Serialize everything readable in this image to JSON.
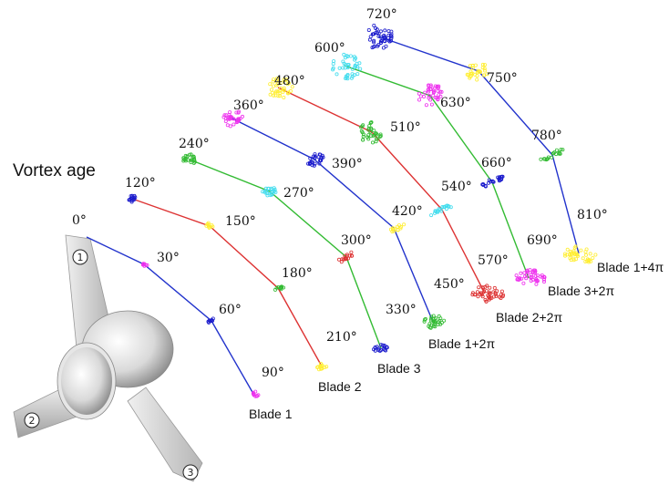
{
  "title": "Vortex age",
  "colors": {
    "blue": "#2233cc",
    "red": "#dd3333",
    "green": "#33bb33",
    "cyan": "#44ddee",
    "yellow": "#ffee33",
    "magenta": "#ee33ee",
    "darkblue": "#1a1acc"
  },
  "blade_numbers": [
    "1",
    "2",
    "3"
  ],
  "angles": {
    "a0": "0°",
    "a30": "30°",
    "a60": "60°",
    "a90": "90°",
    "a120": "120°",
    "a150": "150°",
    "a180": "180°",
    "a210": "210°",
    "a240": "240°",
    "a270": "270°",
    "a300": "300°",
    "a330": "330°",
    "a360": "360°",
    "a390": "390°",
    "a420": "420°",
    "a450": "450°",
    "a480": "480°",
    "a510": "510°",
    "a540": "540°",
    "a570": "570°",
    "a600": "600°",
    "a630": "630°",
    "a660": "660°",
    "a690": "690°",
    "a720": "720°",
    "a750": "750°",
    "a780": "780°",
    "a810": "810°"
  },
  "blades": {
    "b1": "Blade 1",
    "b2": "Blade 2",
    "b3": "Blade 3",
    "b1_2pi": "Blade 1+2π",
    "b2_2pi": "Blade 2+2π",
    "b3_2pi": "Blade 3+2π",
    "b1_4pi": "Blade 1+4π"
  }
}
